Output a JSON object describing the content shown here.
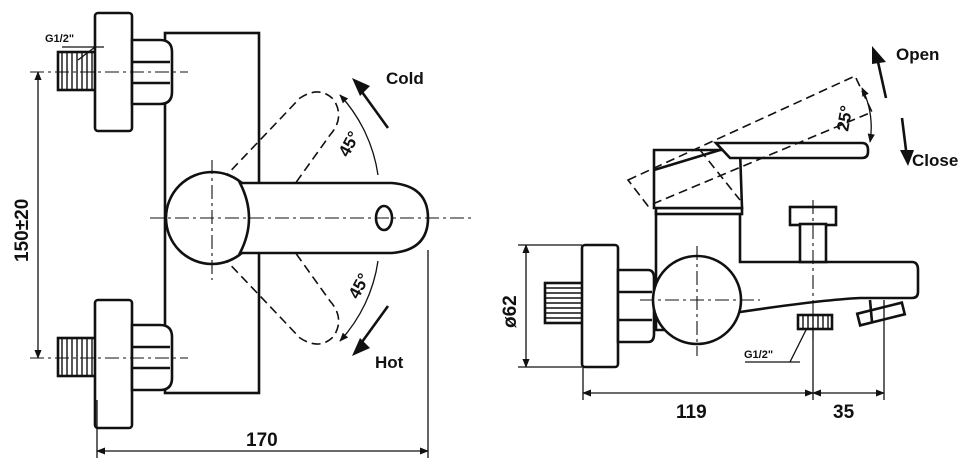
{
  "front_view": {
    "thread_label": "G1/2\"",
    "height_dim": "150±20",
    "width_dim": "170",
    "angle_cold": "45°",
    "angle_hot": "45°",
    "cold_label": "Cold",
    "hot_label": "Hot"
  },
  "side_view": {
    "open_label": "Open",
    "close_label": "Close",
    "tilt_angle": "25°",
    "diameter_dim": "ø62",
    "outlet_thread_label": "G1/2\"",
    "depth_dim": "119",
    "spout_dim": "35"
  }
}
